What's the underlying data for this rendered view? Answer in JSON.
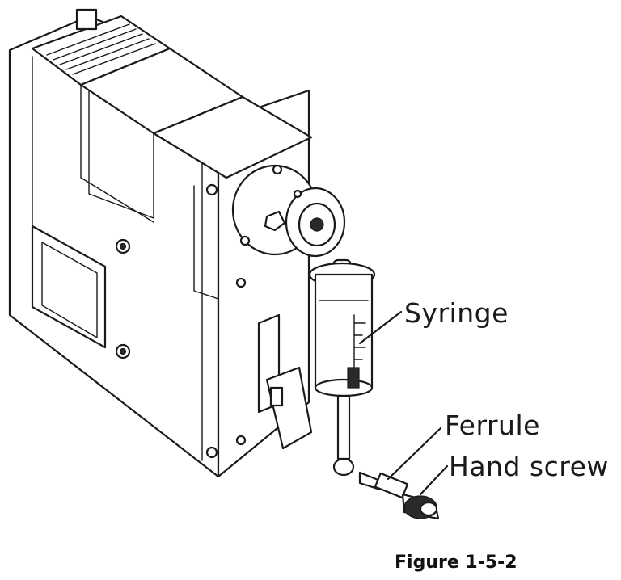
{
  "labels": {
    "syringe": "Syringe",
    "ferrule": "Ferrule",
    "hand_screw": "Hand screw"
  },
  "caption": "Figure 1-5-2"
}
